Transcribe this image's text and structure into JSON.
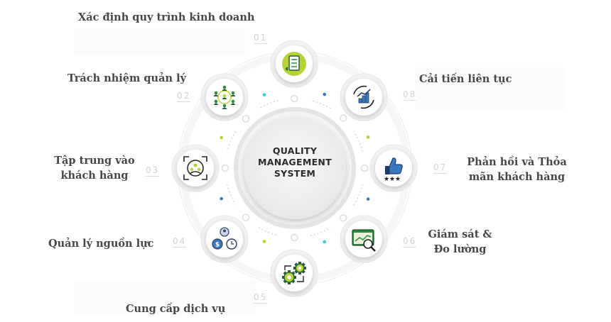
{
  "center": {
    "lines": [
      "QUALITY",
      "MANAGEMENT",
      "SYSTEM"
    ]
  },
  "items": [
    {
      "number": "01",
      "label": "Xác định quy trình kinh doanh",
      "icon": "checklist-icon"
    },
    {
      "number": "02",
      "label": "Trách nhiệm quản lý",
      "icon": "team-hierarchy-icon"
    },
    {
      "number": "03",
      "label": "Tập trung vào\nkhách hàng",
      "icon": "customer-focus-icon"
    },
    {
      "number": "04",
      "label": "Quản lý nguồn lực",
      "icon": "resource-management-icon"
    },
    {
      "number": "05",
      "label": "Cung cấp dịch vụ",
      "icon": "gears-icon"
    },
    {
      "number": "06",
      "label": "Giám sát &\nĐo lường",
      "icon": "monitoring-icon"
    },
    {
      "number": "07",
      "label": "Phản hồi và Thỏa\nmãn khách hàng",
      "icon": "thumbs-up-rating-icon"
    },
    {
      "number": "08",
      "label": "Cải tiến liên tục",
      "icon": "growth-chart-icon"
    }
  ],
  "colors": {
    "green": "#2f8a43",
    "lime": "#b5d336",
    "blue": "#3a78c2",
    "teal": "#3ccbd2",
    "text": "#474747",
    "number": "#d2d2d2"
  }
}
